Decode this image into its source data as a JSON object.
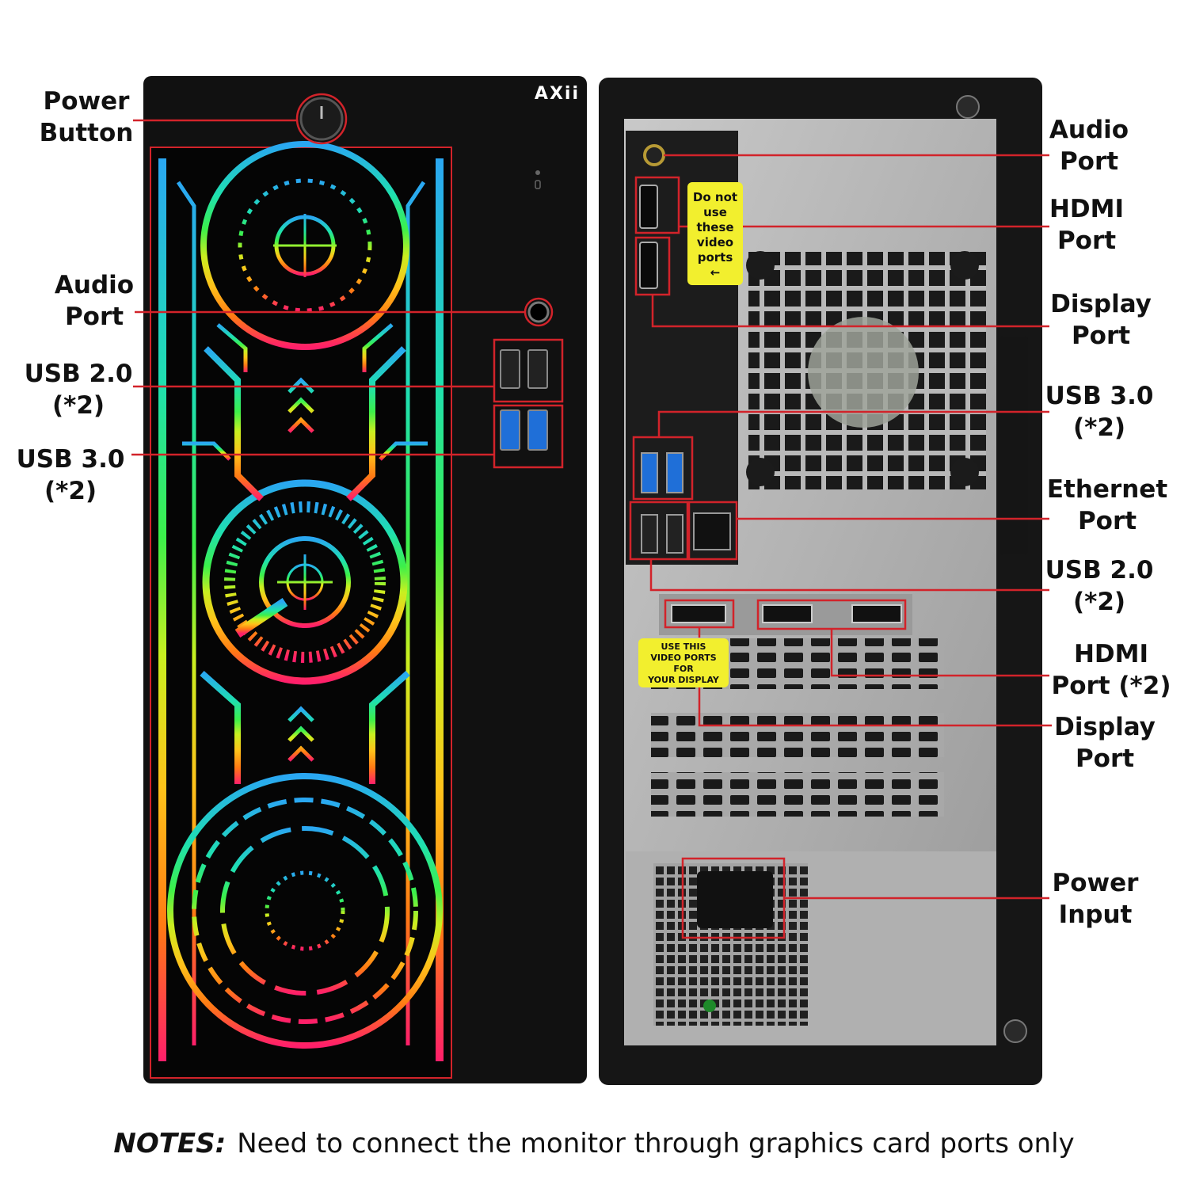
{
  "brand": "AXii",
  "colors": {
    "callout": "#d2232a",
    "sticker": "#f2ef2e",
    "case": "#111111"
  },
  "front_labels": {
    "power_button": "Power\nButton",
    "audio_port": "Audio\nPort",
    "usb20": "USB 2.0\n(*2)",
    "usb30": "USB 3.0\n(*2)"
  },
  "rear_labels": {
    "audio_port": "Audio\nPort",
    "hdmi_port": "HDMI\nPort",
    "display_port": "Display\nPort",
    "usb30": "USB 3.0\n(*2)",
    "ethernet_port": "Ethernet\nPort",
    "usb20": "USB 2.0\n(*2)",
    "gpu_hdmi": "HDMI\nPort (*2)",
    "gpu_display": "Display\nPort",
    "power_input": "Power\nInput"
  },
  "stickers": {
    "top": "Do not\nuse\nthese\nvideo\nports\n←",
    "bottom": "USE THIS\nVIDEO PORTS\nFOR\nYOUR DISPLAY"
  },
  "notes": {
    "prefix": "NOTES:",
    "text": "Need to connect the monitor through graphics card ports only"
  }
}
